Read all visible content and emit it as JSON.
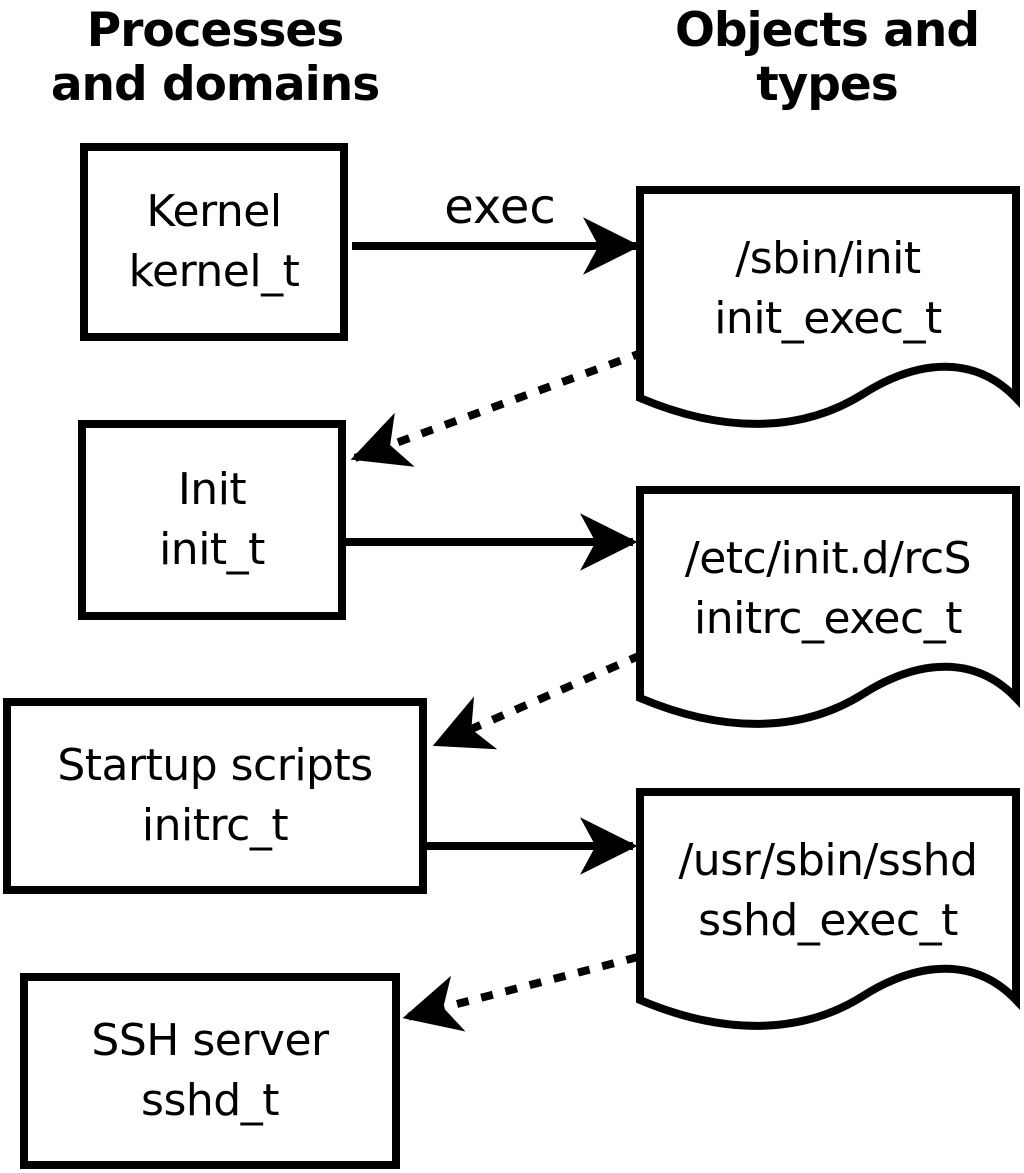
{
  "columns": {
    "left_title": "Processes\nand domains",
    "right_title": "Objects and\ntypes"
  },
  "process_nodes": [
    {
      "name": "Kernel",
      "type": "kernel_t"
    },
    {
      "name": "Init",
      "type": "init_t"
    },
    {
      "name": "Startup scripts",
      "type": "initrc_t"
    },
    {
      "name": "SSH server",
      "type": "sshd_t"
    }
  ],
  "object_nodes": [
    {
      "path": "/sbin/init",
      "type": "init_exec_t"
    },
    {
      "path": "/etc/init.d/rcS",
      "type": "initrc_exec_t"
    },
    {
      "path": "/usr/sbin/sshd",
      "type": "sshd_exec_t"
    }
  ],
  "labels": {
    "exec": "exec"
  },
  "colors": {
    "ink": "#000000",
    "paper": "#ffffff"
  }
}
